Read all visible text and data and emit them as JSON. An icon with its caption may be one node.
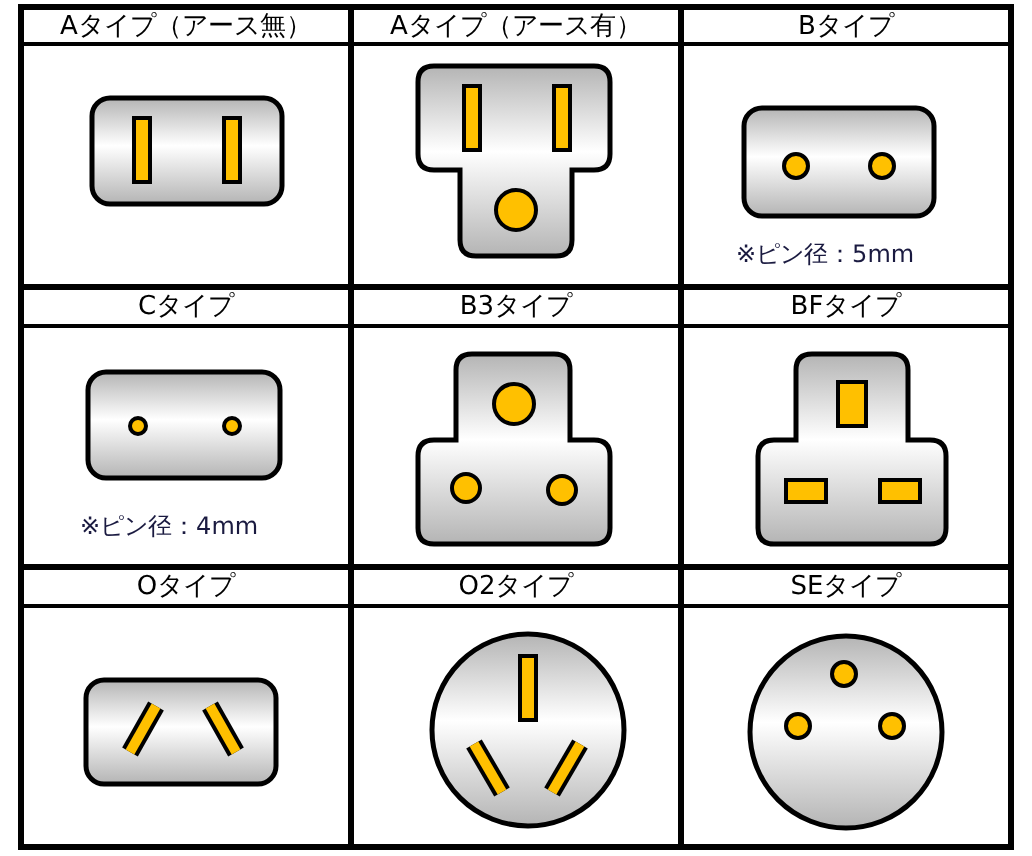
{
  "diagram": {
    "labels": [
      "Aタイプ（アース無）",
      "Aタイプ（アース有）",
      "Bタイプ",
      "※ピン径：5mm",
      "Cタイプ",
      "B3タイプ",
      "BFタイプ",
      "※ピン径：4mm",
      "Oタイプ",
      "O2タイプ",
      "SEタイプ"
    ]
  }
}
